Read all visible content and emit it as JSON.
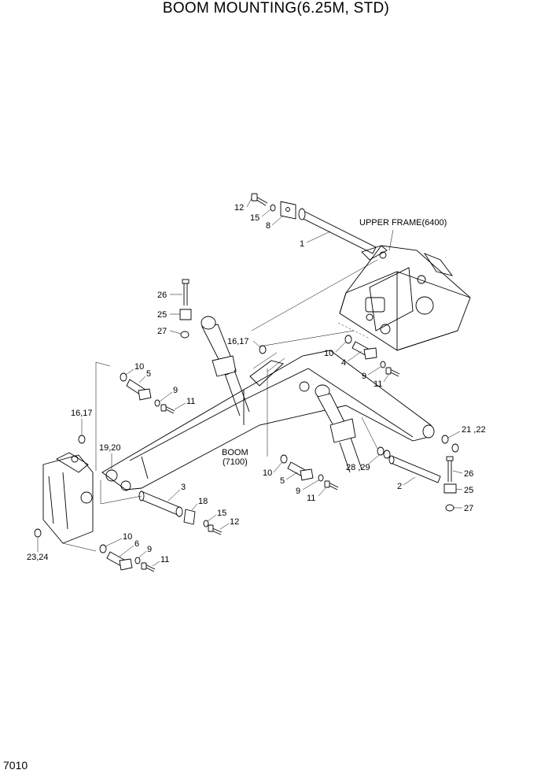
{
  "title": "BOOM MOUNTING(6.25M, STD)",
  "page_number": "7010",
  "components": {
    "upper_frame": "UPPER FRAME(6400)",
    "boom_name": "BOOM",
    "boom_ref": "(7100)"
  },
  "callouts": {
    "c12a": "12",
    "c15a": "15",
    "c8": "8",
    "c1": "1",
    "c26a": "26",
    "c25a": "25",
    "c27a": "27",
    "c1617a": "16,17",
    "c10a": "10",
    "c4": "4",
    "c9a": "9",
    "c11a": "11",
    "c10b": "10",
    "c5a": "5",
    "c9b": "9",
    "c11b": "11",
    "c1617b": "16,17",
    "c1920": "19,20",
    "c10c": "10",
    "c5b": "5",
    "c9c": "9",
    "c11c": "11",
    "c2829": "28 ,29",
    "c2122": "21 ,22",
    "c2": "2",
    "c26b": "26",
    "c25b": "25",
    "c27b": "27",
    "c3": "3",
    "c18": "18",
    "c15b": "15",
    "c12b": "12",
    "c10d": "10",
    "c6": "6",
    "c9d": "9",
    "c11d": "11",
    "c2324": "23,24"
  }
}
